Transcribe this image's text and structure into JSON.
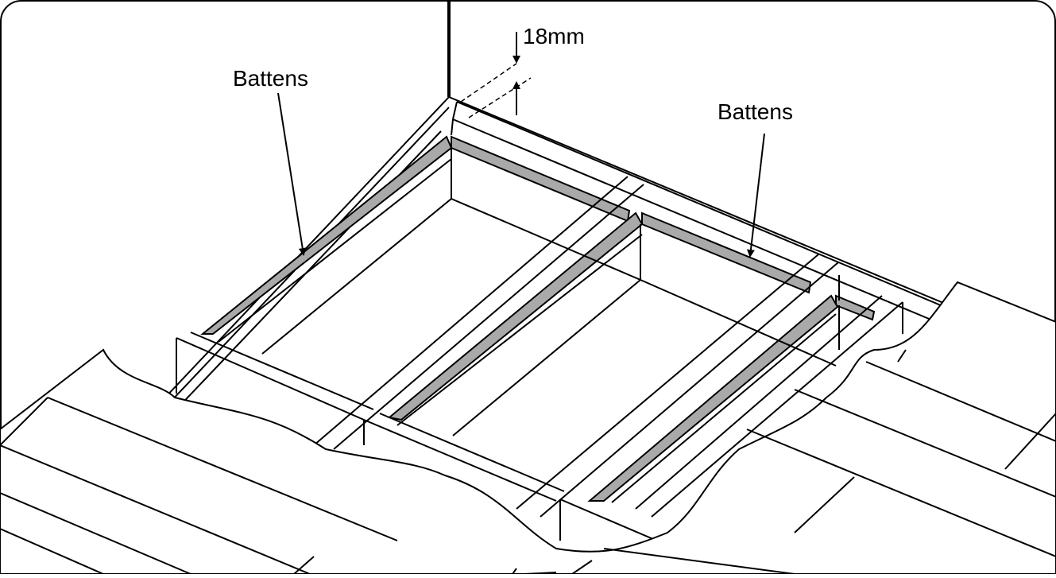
{
  "labels": {
    "battens_left": "Battens",
    "battens_right": "Battens",
    "dimension": "18mm"
  },
  "colors": {
    "stroke": "#000000",
    "batten_fill": "#a9a9a9",
    "background": "#ffffff"
  },
  "icons": [
    "arrow-down-icon",
    "arrow-up-icon",
    "pointer-arrow-icon"
  ]
}
